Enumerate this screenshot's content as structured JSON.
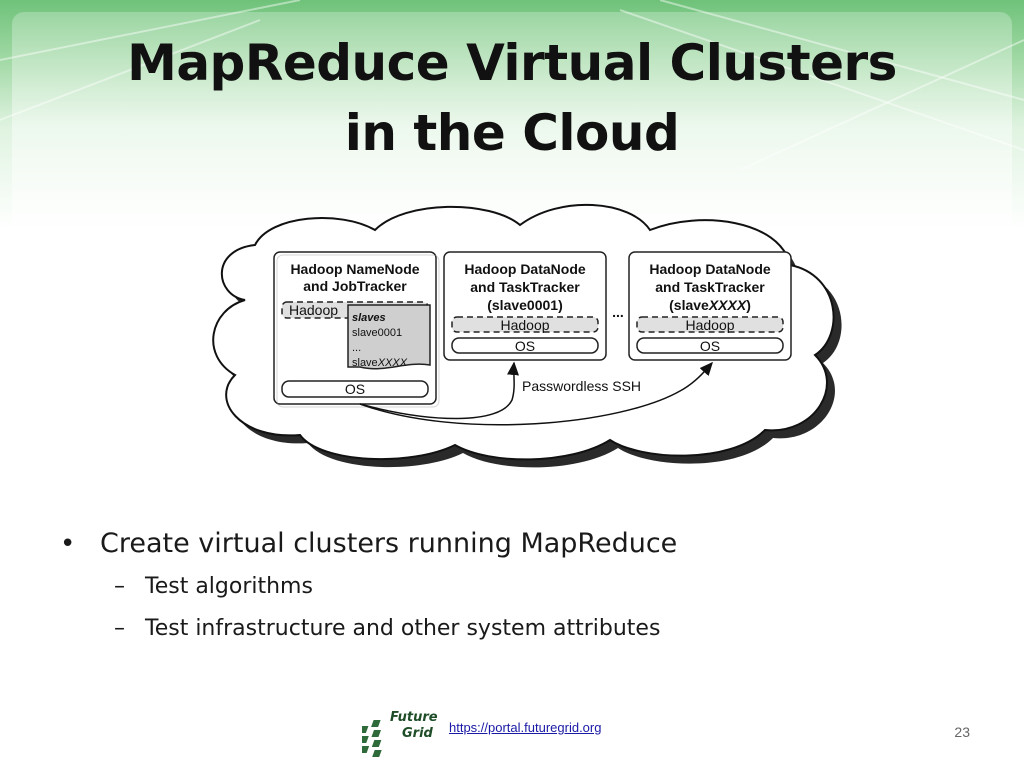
{
  "slide": {
    "title_line1": "MapReduce Virtual Clusters",
    "title_line2": "in the Cloud",
    "page_number": "23",
    "footer_link": "https://portal.futuregrid.org",
    "logo": {
      "line1": "Future",
      "line2": "Grid"
    }
  },
  "diagram": {
    "master": {
      "title_line1": "Hadoop NameNode",
      "title_line2": "and JobTracker",
      "hadoop": "Hadoop",
      "os": "OS",
      "slaves_file": {
        "heading": "slaves",
        "line1": "slave0001",
        "line2": "...",
        "line3_prefix": "slave",
        "line3_italic": "XXXX"
      }
    },
    "slave1": {
      "title_line1": "Hadoop DataNode",
      "title_line2": "and TaskTracker",
      "title_line3": "(slave0001)",
      "hadoop": "Hadoop",
      "os": "OS"
    },
    "ellipsis": "...",
    "slave2": {
      "title_line1": "Hadoop DataNode",
      "title_line2": "and TaskTracker",
      "title_line3_prefix": "(slave",
      "title_line3_italic": "XXXX",
      "title_line3_suffix": ")",
      "hadoop": "Hadoop",
      "os": "OS"
    },
    "ssh_label": "Passwordless SSH"
  },
  "bullets": {
    "main": "Create virtual clusters running MapReduce",
    "sub": [
      "Test algorithms",
      "Test infrastructure and other system attributes"
    ]
  },
  "colors": {
    "link": "#1a1aa6",
    "logo_green": "#2f6b3a",
    "banner_green": "#7cc87a"
  }
}
